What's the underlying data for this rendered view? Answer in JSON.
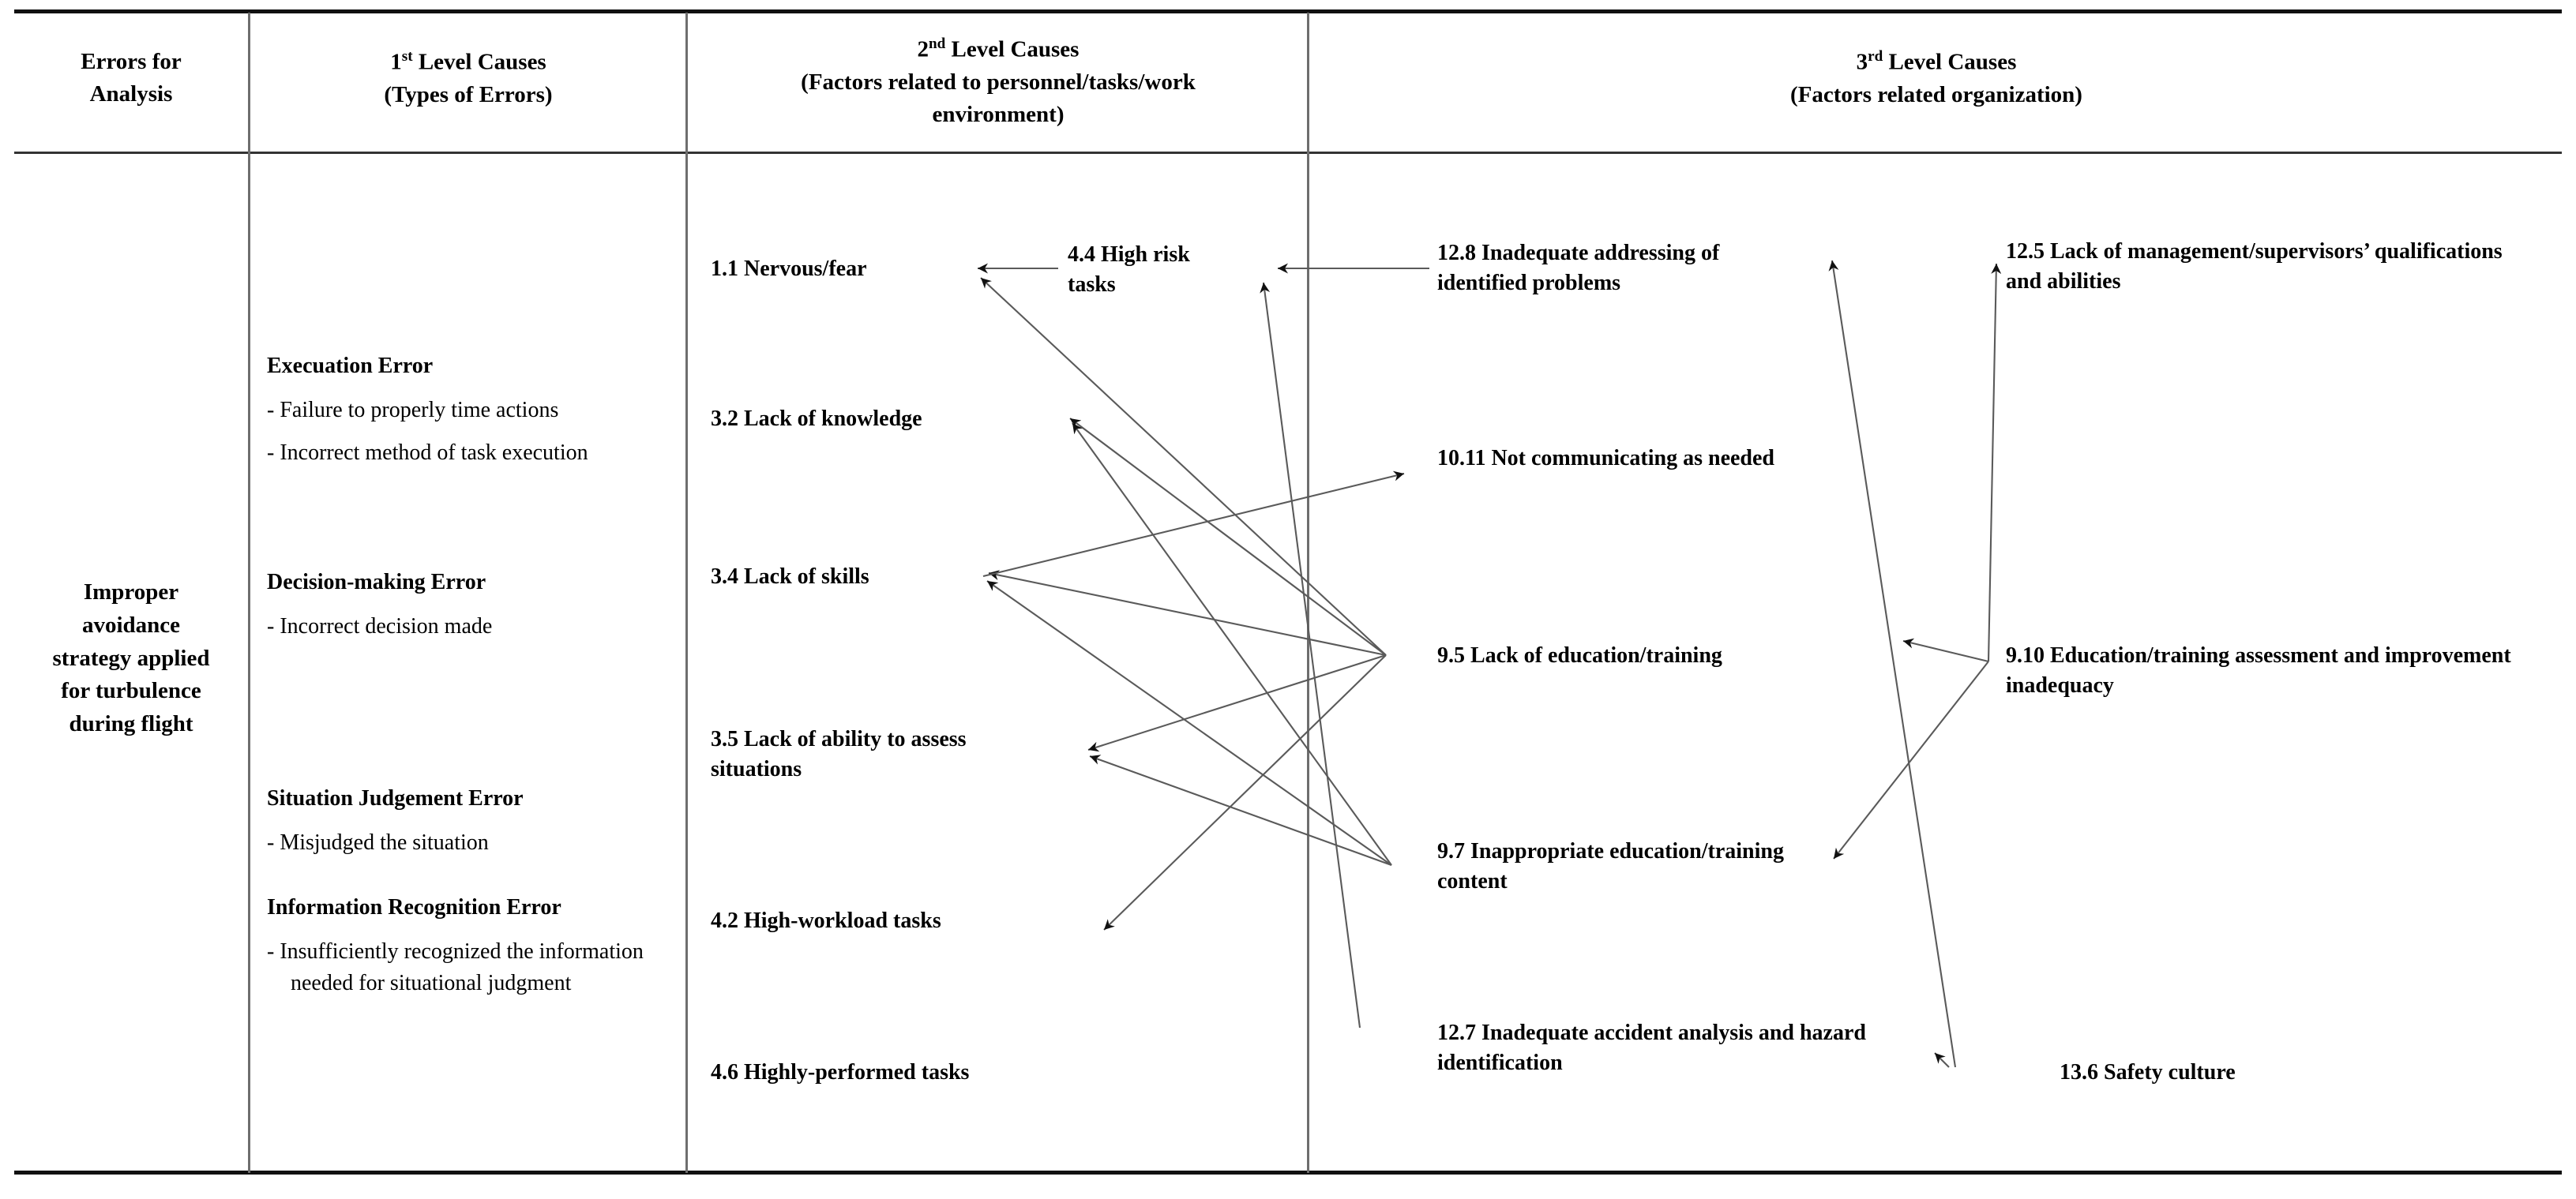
{
  "table": {
    "headers": [
      {
        "id": "errors-for-analysis",
        "line1": "Errors for",
        "line2": "Analysis",
        "sup": ""
      },
      {
        "id": "first-level-causes",
        "line1": "1",
        "sup": "st",
        "line1b": " Level Causes",
        "line2": "(Types of Errors)"
      },
      {
        "id": "second-level-causes",
        "line1": "2",
        "sup": "nd",
        "line1b": " Level Causes",
        "line2": "(Factors related to personnel/tasks/work",
        "line3": "environment)"
      },
      {
        "id": "third-level-causes",
        "line1": "3",
        "sup": "rd",
        "line1b": " Level Causes",
        "line2": "(Factors related organization)"
      }
    ]
  },
  "analysis_subject": {
    "lines": [
      "Improper",
      "avoidance",
      "strategy applied",
      "for turbulence",
      "during flight"
    ]
  },
  "error_types": [
    {
      "title": "Execuation Error",
      "bullets": [
        "- Failure to properly time actions",
        "- Incorrect method of task execution"
      ]
    },
    {
      "title": "Decision-making Error",
      "bullets": [
        "- Incorrect decision made"
      ]
    },
    {
      "title": "Situation Judgement Error",
      "bullets": [
        "- Misjudged the situation"
      ]
    },
    {
      "title": "Information Recognition Error",
      "bullets": [
        "- Insufficiently recognized the information needed for situational judgment"
      ]
    }
  ],
  "level2_causes": [
    {
      "id": "1.1",
      "label": "1.1 Nervous/fear"
    },
    {
      "id": "3.2",
      "label": "3.2 Lack of knowledge"
    },
    {
      "id": "3.4",
      "label": "3.4 Lack of skills"
    },
    {
      "id": "3.5",
      "label": "3.5 Lack of ability to assess situations"
    },
    {
      "id": "4.2",
      "label": "4.2 High-workload tasks"
    },
    {
      "id": "4.6",
      "label": "4.6 Highly-performed tasks"
    },
    {
      "id": "4.4",
      "label": "4.4 High risk tasks"
    }
  ],
  "level3_causes": [
    {
      "id": "12.8",
      "label": "12.8 Inadequate addressing of identified problems"
    },
    {
      "id": "10.11",
      "label": "10.11 Not communicating as needed"
    },
    {
      "id": "9.5",
      "label": "9.5 Lack of education/training"
    },
    {
      "id": "9.7",
      "label": "9.7 Inappropriate education/training content"
    },
    {
      "id": "12.7",
      "label": "12.7 Inadequate accident analysis and hazard identification"
    },
    {
      "id": "12.5",
      "label": "12.5 Lack of management/supervisors’ qualifications and abilities"
    },
    {
      "id": "9.10",
      "label": "9.10 Education/training assessment and improvement inadequacy"
    },
    {
      "id": "13.6",
      "label": "13.6 Safety culture"
    }
  ],
  "chart_data": {
    "type": "diagram",
    "title": "Why-Why / multi-level cause analysis",
    "relations": [
      {
        "from": "4.4",
        "to": "1.1"
      },
      {
        "from": "9.5",
        "to": "1.1"
      },
      {
        "from": "9.5",
        "to": "3.2"
      },
      {
        "from": "9.5",
        "to": "3.4"
      },
      {
        "from": "9.7",
        "to": "3.4"
      },
      {
        "from": "9.7",
        "to": "3.2"
      },
      {
        "from": "9.5",
        "to": "3.5"
      },
      {
        "from": "9.7",
        "to": "3.5"
      },
      {
        "from": "9.5",
        "to": "4.2"
      },
      {
        "from": "3.4",
        "to": "10.11"
      },
      {
        "from": "12.8",
        "to": "arrow-hub-top"
      },
      {
        "from": "12.7",
        "to": "arrow-hub-top"
      },
      {
        "from": "9.10",
        "to": "12.5"
      },
      {
        "from": "9.10",
        "to": "9.5"
      },
      {
        "from": "9.10",
        "to": "9.7"
      },
      {
        "from": "13.6",
        "to": "12.5"
      },
      {
        "from": "13.6",
        "to": "12.7"
      }
    ]
  }
}
